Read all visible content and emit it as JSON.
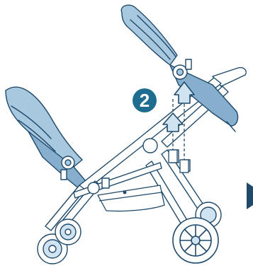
{
  "diagram": {
    "step_number": "2",
    "colors": {
      "line": "#1f4a6b",
      "fabric": "#a8c8df",
      "fabric_shade": "#86afcd",
      "frame": "#ffffff",
      "badge": "#1e6c8f",
      "badge_text": "#ffffff",
      "arrow_fill": "#cfe3f1",
      "nav_marker": "#1f4a6b"
    },
    "icons": {
      "step_badge": "numbered-circle",
      "lift_arrows": "up-arrow",
      "next_marker": "right-pointing-tab"
    }
  }
}
